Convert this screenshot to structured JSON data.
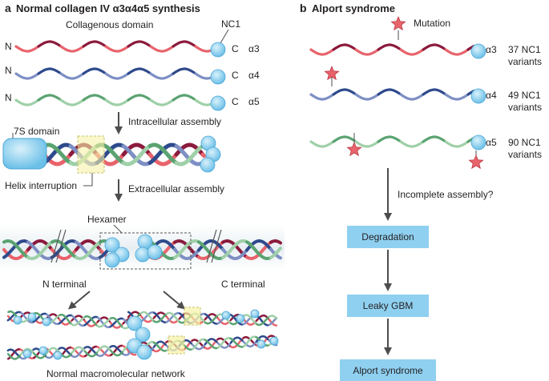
{
  "panel_a": {
    "letter": "a",
    "title": "Normal collagen IV α3α4α5 synthesis",
    "collagenous_domain": "Collagenous domain",
    "nc1": "NC1",
    "n_label": "N",
    "c_label": "C",
    "chains": [
      "α3",
      "α4",
      "α5"
    ],
    "intracellular": "Intracellular assembly",
    "domain_7s": "7S domain",
    "helix_interruption": "Helix interruption",
    "extracellular": "Extracellular assembly",
    "hexamer": "Hexamer",
    "n_terminal": "N terminal",
    "c_terminal": "C terminal",
    "network": "Normal macromolecular network"
  },
  "panel_b": {
    "letter": "b",
    "title": "Alport syndrome",
    "mutation": "Mutation",
    "chains": [
      {
        "name": "α3",
        "variants_line1": "37 NC1",
        "variants_line2": "variants"
      },
      {
        "name": "α4",
        "variants_line1": "49 NC1",
        "variants_line2": "variants"
      },
      {
        "name": "α5",
        "variants_line1": "90 NC1",
        "variants_line2": "variants"
      }
    ],
    "question": "Incomplete assembly?",
    "flow": [
      "Degradation",
      "Leaky GBM",
      "Alport syndrome"
    ]
  },
  "colors": {
    "alpha3_light": "#e8636b",
    "alpha3_dark": "#8b1a3c",
    "alpha4_light": "#7d8fc4",
    "alpha4_dark": "#2e4a8c",
    "alpha5_light": "#9fd0a8",
    "alpha5_dark": "#5aa371",
    "nc1": "#8fd0f0",
    "box": "#8fd0f0",
    "star": "#e8636b",
    "arrow": "#4d4d4d"
  }
}
